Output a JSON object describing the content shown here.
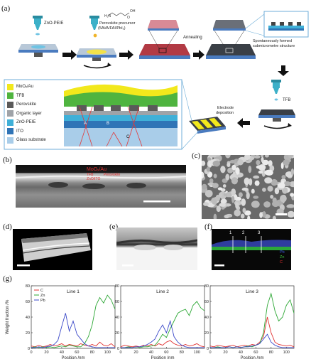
{
  "panels": {
    "a": "(a)",
    "b": "(b)",
    "c": "(c)",
    "d": "(d)",
    "e": "(e)",
    "f": "(f)",
    "g": "(g)"
  },
  "schematic": {
    "step1_label": "ZnO-PEIE",
    "step2_label_1": "Perovskite precursor",
    "step2_label_2": "(5AVA/FAI/PbI₂)",
    "annealing": "Annealing",
    "spontaneous_1": "Spontaneously formed",
    "spontaneous_2": "submicrometre structure",
    "electrode": "Electrode",
    "deposition": "deposition",
    "tfb_label": "TFB",
    "layers": [
      "MoOₓ/Au",
      "TFB",
      "Perovskite",
      "Organic layer",
      "ZnO-PEIE",
      "ITO",
      "Glass substrate"
    ],
    "layer_colors": [
      "#f2e81c",
      "#4fb43f",
      "#5a5a5a",
      "#9fa3a8",
      "#3fb0d8",
      "#2f74b6",
      "#a9cde9"
    ],
    "ray_labels": [
      "A",
      "B",
      "C"
    ],
    "molecule": "OH"
  },
  "tem_b": {
    "labels": [
      "MoOₓ/Au",
      "TFB",
      "Perovskite",
      "ZnO/ITO"
    ]
  },
  "eds_f": {
    "lines": [
      "1",
      "2",
      "3"
    ],
    "legend": [
      "Pb",
      "Zn",
      "C"
    ],
    "legend_colors": [
      "#3a55d8",
      "#3fbf3f",
      "#e03030"
    ]
  },
  "chart_data": [
    {
      "type": "line",
      "title": "Line 1",
      "xlabel": "Position /nm",
      "ylabel": "Weight fraction /%",
      "xlim": [
        0,
        110
      ],
      "ylim": [
        0,
        80
      ],
      "xticks": [
        0,
        20,
        40,
        60,
        80,
        100
      ],
      "yticks": [
        0,
        20,
        40,
        60,
        80
      ],
      "legend": "top-left",
      "series": [
        {
          "name": "C",
          "color": "#e03030",
          "x": [
            0,
            5,
            10,
            15,
            20,
            25,
            30,
            35,
            40,
            45,
            50,
            55,
            60,
            65,
            70,
            75,
            80,
            85,
            90,
            95,
            100,
            105,
            110
          ],
          "y": [
            3,
            2,
            4,
            2,
            3,
            5,
            3,
            4,
            6,
            3,
            5,
            4,
            3,
            6,
            4,
            3,
            5,
            3,
            8,
            4,
            3,
            6,
            2
          ]
        },
        {
          "name": "Zn",
          "color": "#2ea836",
          "x": [
            0,
            5,
            10,
            15,
            20,
            25,
            30,
            35,
            40,
            45,
            50,
            55,
            60,
            65,
            70,
            75,
            80,
            85,
            90,
            95,
            100,
            105,
            110
          ],
          "y": [
            1,
            2,
            1,
            2,
            1,
            2,
            1,
            2,
            3,
            2,
            4,
            3,
            2,
            2,
            6,
            15,
            30,
            55,
            65,
            58,
            68,
            62,
            50
          ]
        },
        {
          "name": "Pb",
          "color": "#3a48c8",
          "x": [
            0,
            5,
            10,
            15,
            20,
            25,
            30,
            35,
            40,
            45,
            50,
            55,
            60,
            65,
            70,
            75,
            80,
            85,
            90,
            95,
            100,
            105,
            110
          ],
          "y": [
            1,
            1,
            2,
            1,
            2,
            3,
            5,
            10,
            28,
            45,
            22,
            35,
            18,
            12,
            6,
            3,
            2,
            1,
            1,
            1,
            1,
            1,
            1
          ]
        }
      ]
    },
    {
      "type": "line",
      "title": "Line 2",
      "xlabel": "Position /nm",
      "ylabel": "",
      "xlim": [
        0,
        110
      ],
      "ylim": [
        0,
        80
      ],
      "xticks": [
        0,
        20,
        40,
        60,
        80,
        100
      ],
      "yticks": [
        0,
        20,
        40,
        60,
        80
      ],
      "series": [
        {
          "name": "C",
          "color": "#e03030",
          "x": [
            0,
            5,
            10,
            15,
            20,
            25,
            30,
            35,
            40,
            45,
            50,
            55,
            60,
            65,
            70,
            75,
            80,
            85,
            90,
            95,
            100,
            105,
            110
          ],
          "y": [
            2,
            4,
            3,
            2,
            3,
            2,
            4,
            3,
            5,
            3,
            6,
            4,
            8,
            10,
            6,
            4,
            3,
            5,
            3,
            4,
            6,
            3,
            2
          ]
        },
        {
          "name": "Zn",
          "color": "#2ea836",
          "x": [
            0,
            5,
            10,
            15,
            20,
            25,
            30,
            35,
            40,
            45,
            50,
            55,
            60,
            65,
            70,
            75,
            80,
            85,
            90,
            95,
            100,
            105,
            110
          ],
          "y": [
            1,
            1,
            2,
            1,
            2,
            1,
            2,
            2,
            3,
            4,
            10,
            18,
            14,
            25,
            35,
            45,
            48,
            50,
            42,
            55,
            60,
            52,
            48
          ]
        },
        {
          "name": "Pb",
          "color": "#3a48c8",
          "x": [
            0,
            5,
            10,
            15,
            20,
            25,
            30,
            35,
            40,
            45,
            50,
            55,
            60,
            65,
            70,
            75,
            80,
            85,
            90,
            95,
            100,
            105,
            110
          ],
          "y": [
            1,
            1,
            1,
            1,
            2,
            2,
            3,
            5,
            8,
            12,
            22,
            30,
            20,
            35,
            15,
            8,
            4,
            2,
            1,
            1,
            1,
            1,
            1
          ]
        }
      ]
    },
    {
      "type": "line",
      "title": "Line 3",
      "xlabel": "Position /nm",
      "ylabel": "",
      "xlim": [
        0,
        110
      ],
      "ylim": [
        0,
        80
      ],
      "xticks": [
        0,
        20,
        40,
        60,
        80,
        100
      ],
      "yticks": [
        0,
        20,
        40,
        60,
        80
      ],
      "series": [
        {
          "name": "C",
          "color": "#e03030",
          "x": [
            0,
            5,
            10,
            15,
            20,
            25,
            30,
            35,
            40,
            45,
            50,
            55,
            60,
            65,
            70,
            75,
            80,
            85,
            90,
            95,
            100,
            105,
            110
          ],
          "y": [
            3,
            2,
            4,
            3,
            2,
            3,
            4,
            2,
            3,
            4,
            3,
            5,
            4,
            8,
            15,
            40,
            20,
            8,
            5,
            4,
            3,
            4,
            2
          ]
        },
        {
          "name": "Zn",
          "color": "#2ea836",
          "x": [
            0,
            5,
            10,
            15,
            20,
            25,
            30,
            35,
            40,
            45,
            50,
            55,
            60,
            65,
            70,
            75,
            80,
            85,
            90,
            95,
            100,
            105,
            110
          ],
          "y": [
            1,
            1,
            2,
            1,
            1,
            2,
            1,
            2,
            1,
            2,
            3,
            2,
            4,
            6,
            20,
            55,
            70,
            48,
            35,
            40,
            55,
            62,
            45
          ]
        },
        {
          "name": "Pb",
          "color": "#3a48c8",
          "x": [
            0,
            5,
            10,
            15,
            20,
            25,
            30,
            35,
            40,
            45,
            50,
            55,
            60,
            65,
            70,
            75,
            80,
            85,
            90,
            95,
            100,
            105,
            110
          ],
          "y": [
            1,
            1,
            1,
            1,
            1,
            2,
            1,
            2,
            1,
            2,
            2,
            3,
            4,
            6,
            12,
            18,
            8,
            4,
            2,
            1,
            1,
            1,
            1
          ]
        }
      ]
    }
  ]
}
